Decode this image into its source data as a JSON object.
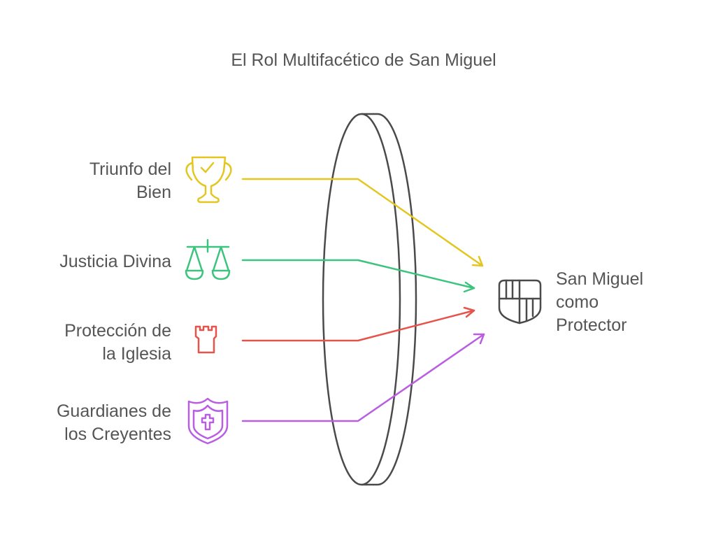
{
  "title": "El Rol Multifacético de San Miguel",
  "inputs": [
    {
      "lines": [
        "Triunfo del",
        "Bien"
      ],
      "icon": "trophy-check-icon",
      "color": "#E3C61F"
    },
    {
      "lines": [
        "Justicia Divina"
      ],
      "icon": "scales-icon",
      "color": "#3CC47E"
    },
    {
      "lines": [
        "Protección de",
        "la Iglesia"
      ],
      "icon": "tower-icon",
      "color": "#E5534B"
    },
    {
      "lines": [
        "Guardianes de",
        "los Creyentes"
      ],
      "icon": "shield-cross-icon",
      "color": "#B95DE3"
    }
  ],
  "output": {
    "lines": [
      "San Miguel",
      "como",
      "Protector"
    ],
    "icon": "shield-icon",
    "color": "#4A4A4A"
  }
}
